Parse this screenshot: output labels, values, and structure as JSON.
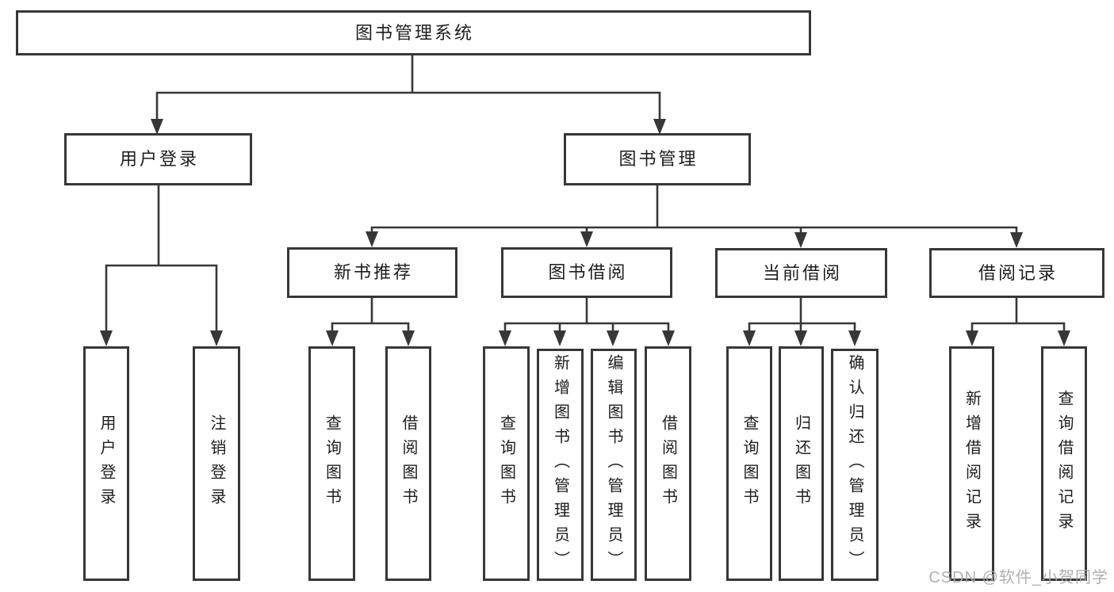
{
  "diagram": {
    "type": "tree",
    "colors": {
      "line": "#373737",
      "box_border": "#373737",
      "box_background": "#ffffff",
      "text": "#1d1d1d",
      "watermark": "#a8a8a8"
    },
    "nodes": [
      {
        "id": "root",
        "label": "图书管理系统",
        "level": 0,
        "parent": null
      },
      {
        "id": "user-login",
        "label": "用户登录",
        "level": 1,
        "parent": "root"
      },
      {
        "id": "book-management",
        "label": "图书管理",
        "level": 1,
        "parent": "root"
      },
      {
        "id": "new-book-recommend",
        "label": "新书推荐",
        "level": 2,
        "parent": "book-management"
      },
      {
        "id": "book-borrowing",
        "label": "图书借阅",
        "level": 2,
        "parent": "book-management"
      },
      {
        "id": "current-borrowing",
        "label": "当前借阅",
        "level": 2,
        "parent": "book-management"
      },
      {
        "id": "borrowing-records",
        "label": "借阅记录",
        "level": 2,
        "parent": "book-management"
      },
      {
        "id": "leaf-user-login",
        "label": "用户登录",
        "level": 3,
        "parent": "user-login"
      },
      {
        "id": "leaf-logout",
        "label": "注销登录",
        "level": 3,
        "parent": "user-login"
      },
      {
        "id": "leaf-query-books-1",
        "label": "查询图书",
        "level": 3,
        "parent": "new-book-recommend"
      },
      {
        "id": "leaf-borrow-books-1",
        "label": "借阅图书",
        "level": 3,
        "parent": "new-book-recommend"
      },
      {
        "id": "leaf-query-books-2",
        "label": "查询图书",
        "level": 3,
        "parent": "book-borrowing"
      },
      {
        "id": "leaf-add-books-admin",
        "label": "新增图书（管理员）",
        "level": 3,
        "parent": "book-borrowing"
      },
      {
        "id": "leaf-edit-books-admin",
        "label": "编辑图书（管理员）",
        "level": 3,
        "parent": "book-borrowing"
      },
      {
        "id": "leaf-borrow-books-2",
        "label": "借阅图书",
        "level": 3,
        "parent": "book-borrowing"
      },
      {
        "id": "leaf-query-books-3",
        "label": "查询图书",
        "level": 3,
        "parent": "current-borrowing"
      },
      {
        "id": "leaf-return-books",
        "label": "归还图书",
        "level": 3,
        "parent": "current-borrowing"
      },
      {
        "id": "leaf-confirm-return-admin",
        "label": "确认归还（管理员）",
        "level": 3,
        "parent": "current-borrowing"
      },
      {
        "id": "leaf-add-borrow-record",
        "label": "新增借阅记录",
        "level": 3,
        "parent": "borrowing-records"
      },
      {
        "id": "leaf-query-borrow-record",
        "label": "查询借阅记录",
        "level": 3,
        "parent": "borrowing-records"
      }
    ],
    "watermark": {
      "text": "CSDN @软件_小贺同学"
    }
  }
}
